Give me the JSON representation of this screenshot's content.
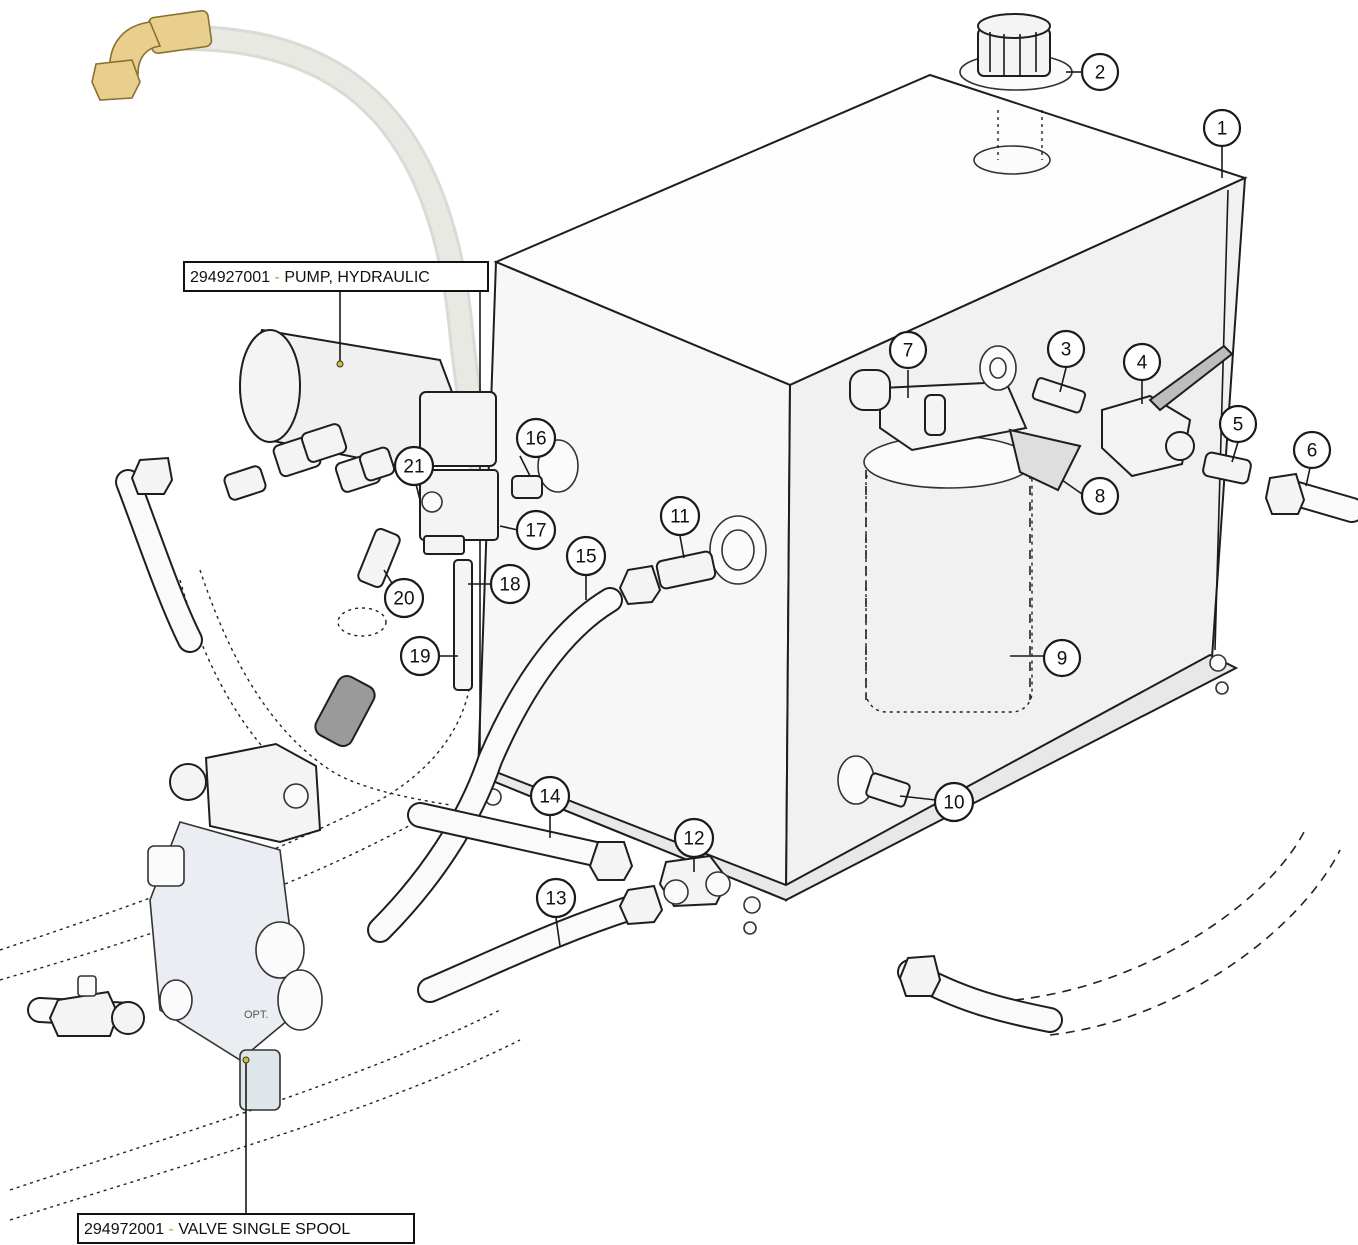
{
  "labels": {
    "pump": {
      "part_number": "294927001",
      "separator": " - ",
      "description": "PUMP, HYDRAULIC"
    },
    "valve": {
      "part_number": "294972001",
      "separator": " - ",
      "description": "VALVE SINGLE SPOOL"
    }
  },
  "callouts": [
    "1",
    "2",
    "3",
    "4",
    "5",
    "6",
    "7",
    "8",
    "9",
    "10",
    "11",
    "12",
    "13",
    "14",
    "15",
    "16",
    "17",
    "18",
    "19",
    "20",
    "21"
  ],
  "valve_marking": "OPT."
}
